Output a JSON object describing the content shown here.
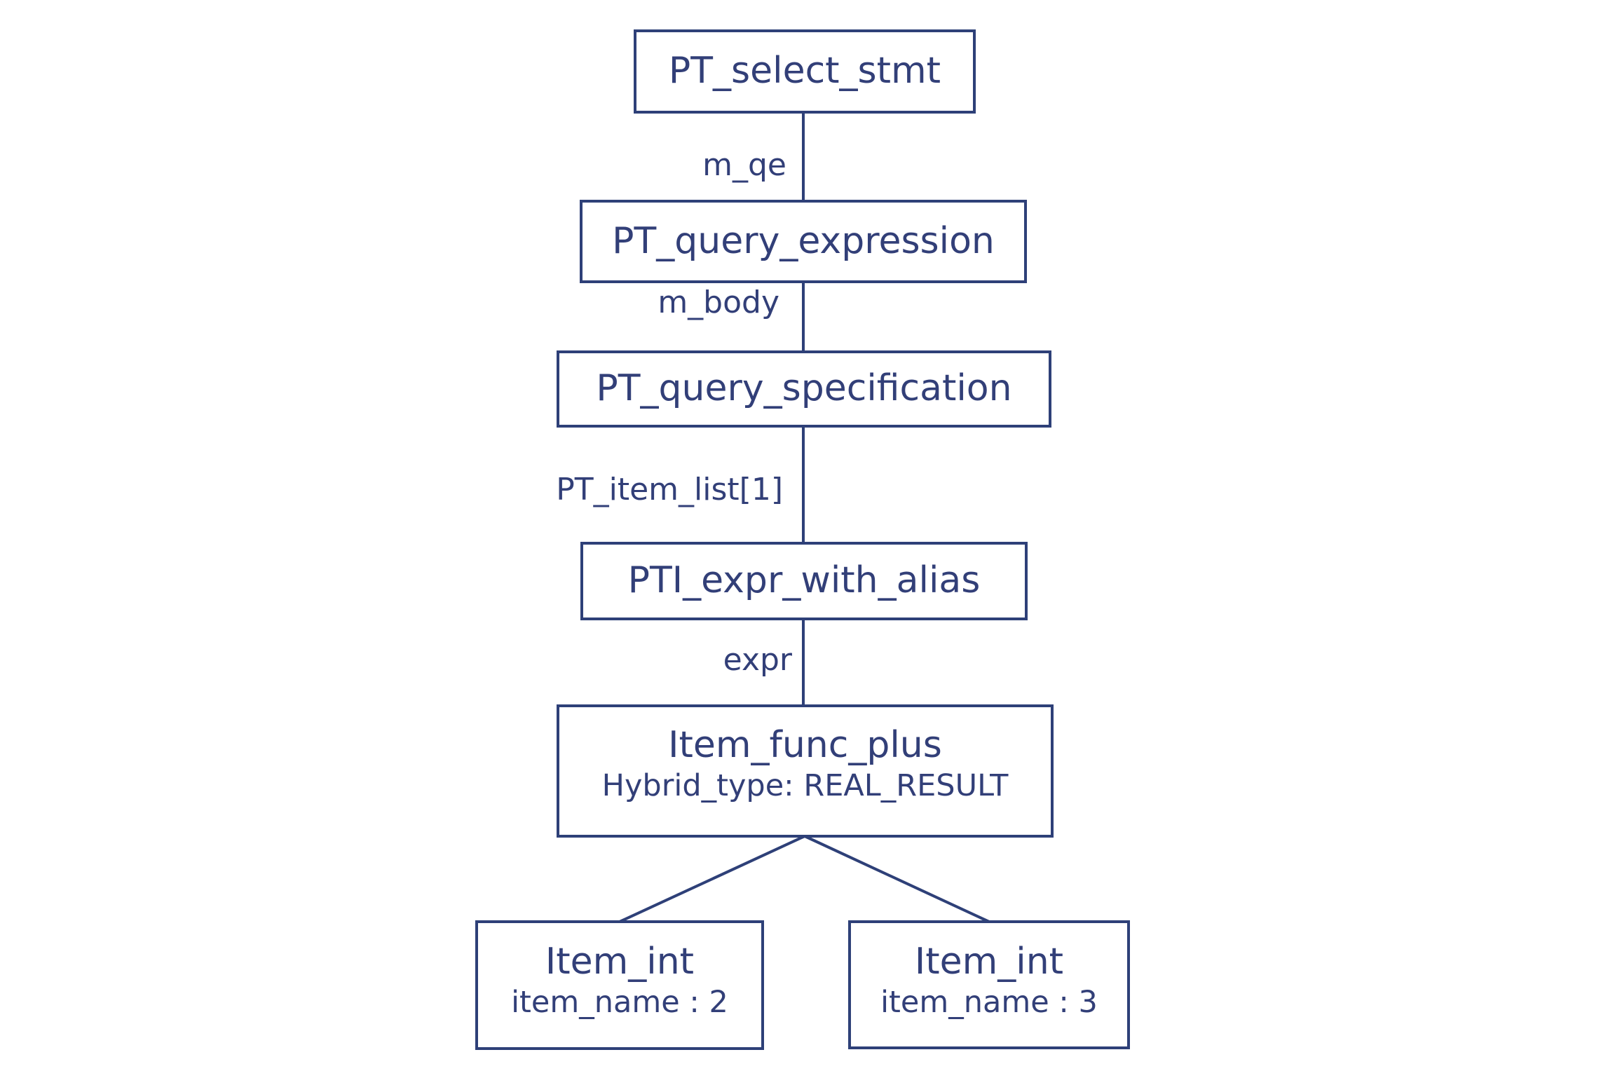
{
  "diagram": {
    "type": "tree",
    "colors": {
      "stroke": "#2e4078",
      "text": "#323f78",
      "background": "#ffffff"
    },
    "nodes": [
      {
        "id": "pt_select_stmt",
        "label": "PT_select_stmt"
      },
      {
        "id": "pt_query_expression",
        "label": "PT_query_expression"
      },
      {
        "id": "pt_query_specification",
        "label": "PT_query_specification"
      },
      {
        "id": "pti_expr_with_alias",
        "label": "PTI_expr_with_alias"
      },
      {
        "id": "item_func_plus",
        "label": "Item_func_plus",
        "sublabel": "Hybrid_type: REAL_RESULT"
      },
      {
        "id": "item_int_left",
        "label": "Item_int",
        "sublabel": "item_name : 2"
      },
      {
        "id": "item_int_right",
        "label": "Item_int",
        "sublabel": "item_name : 3"
      }
    ],
    "edges": [
      {
        "from": "pt_select_stmt",
        "to": "pt_query_expression",
        "label": "m_qe"
      },
      {
        "from": "pt_query_expression",
        "to": "pt_query_specification",
        "label": "m_body"
      },
      {
        "from": "pt_query_specification",
        "to": "pti_expr_with_alias",
        "label": "PT_item_list[1]"
      },
      {
        "from": "pti_expr_with_alias",
        "to": "item_func_plus",
        "label": "expr"
      },
      {
        "from": "item_func_plus",
        "to": "item_int_left",
        "label": ""
      },
      {
        "from": "item_func_plus",
        "to": "item_int_right",
        "label": ""
      }
    ]
  }
}
